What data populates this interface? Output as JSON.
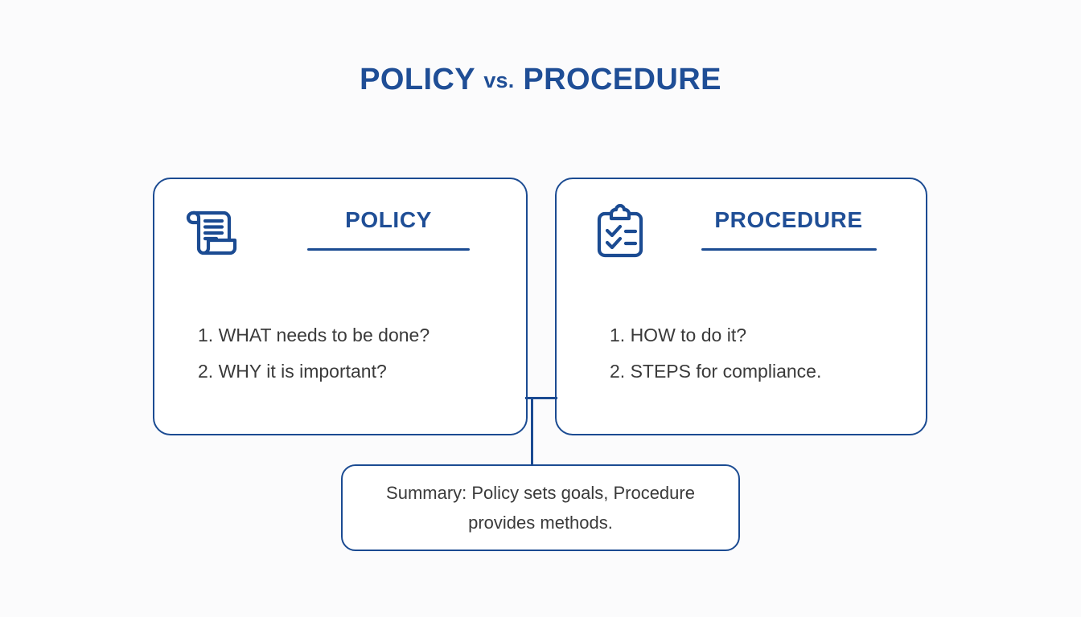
{
  "page": {
    "background_color": "#fbfbfc",
    "accent_color": "#1b4b92",
    "title_color": "#1f4e96",
    "body_text_color": "#3a3a3a"
  },
  "header": {
    "title_part_1": "POLICY",
    "title_vs": "vs.",
    "title_part_2": "PROCEDURE",
    "title_full": "POLICY vs. PROCEDURE"
  },
  "cards": [
    {
      "id": "policy",
      "title": "POLICY",
      "icon": "scroll-document-icon",
      "items": [
        "1. WHAT needs to be done?",
        "2. WHY it is important?"
      ]
    },
    {
      "id": "procedure",
      "title": "PROCEDURE",
      "icon": "clipboard-checklist-icon",
      "items": [
        "1. HOW to do it?",
        "2. STEPS for compliance."
      ]
    }
  ],
  "summary": {
    "line_1": "Summary: Policy sets goals, Procedure",
    "line_2": "provides methods.",
    "text": "Summary: Policy sets goals, Procedure provides methods."
  }
}
